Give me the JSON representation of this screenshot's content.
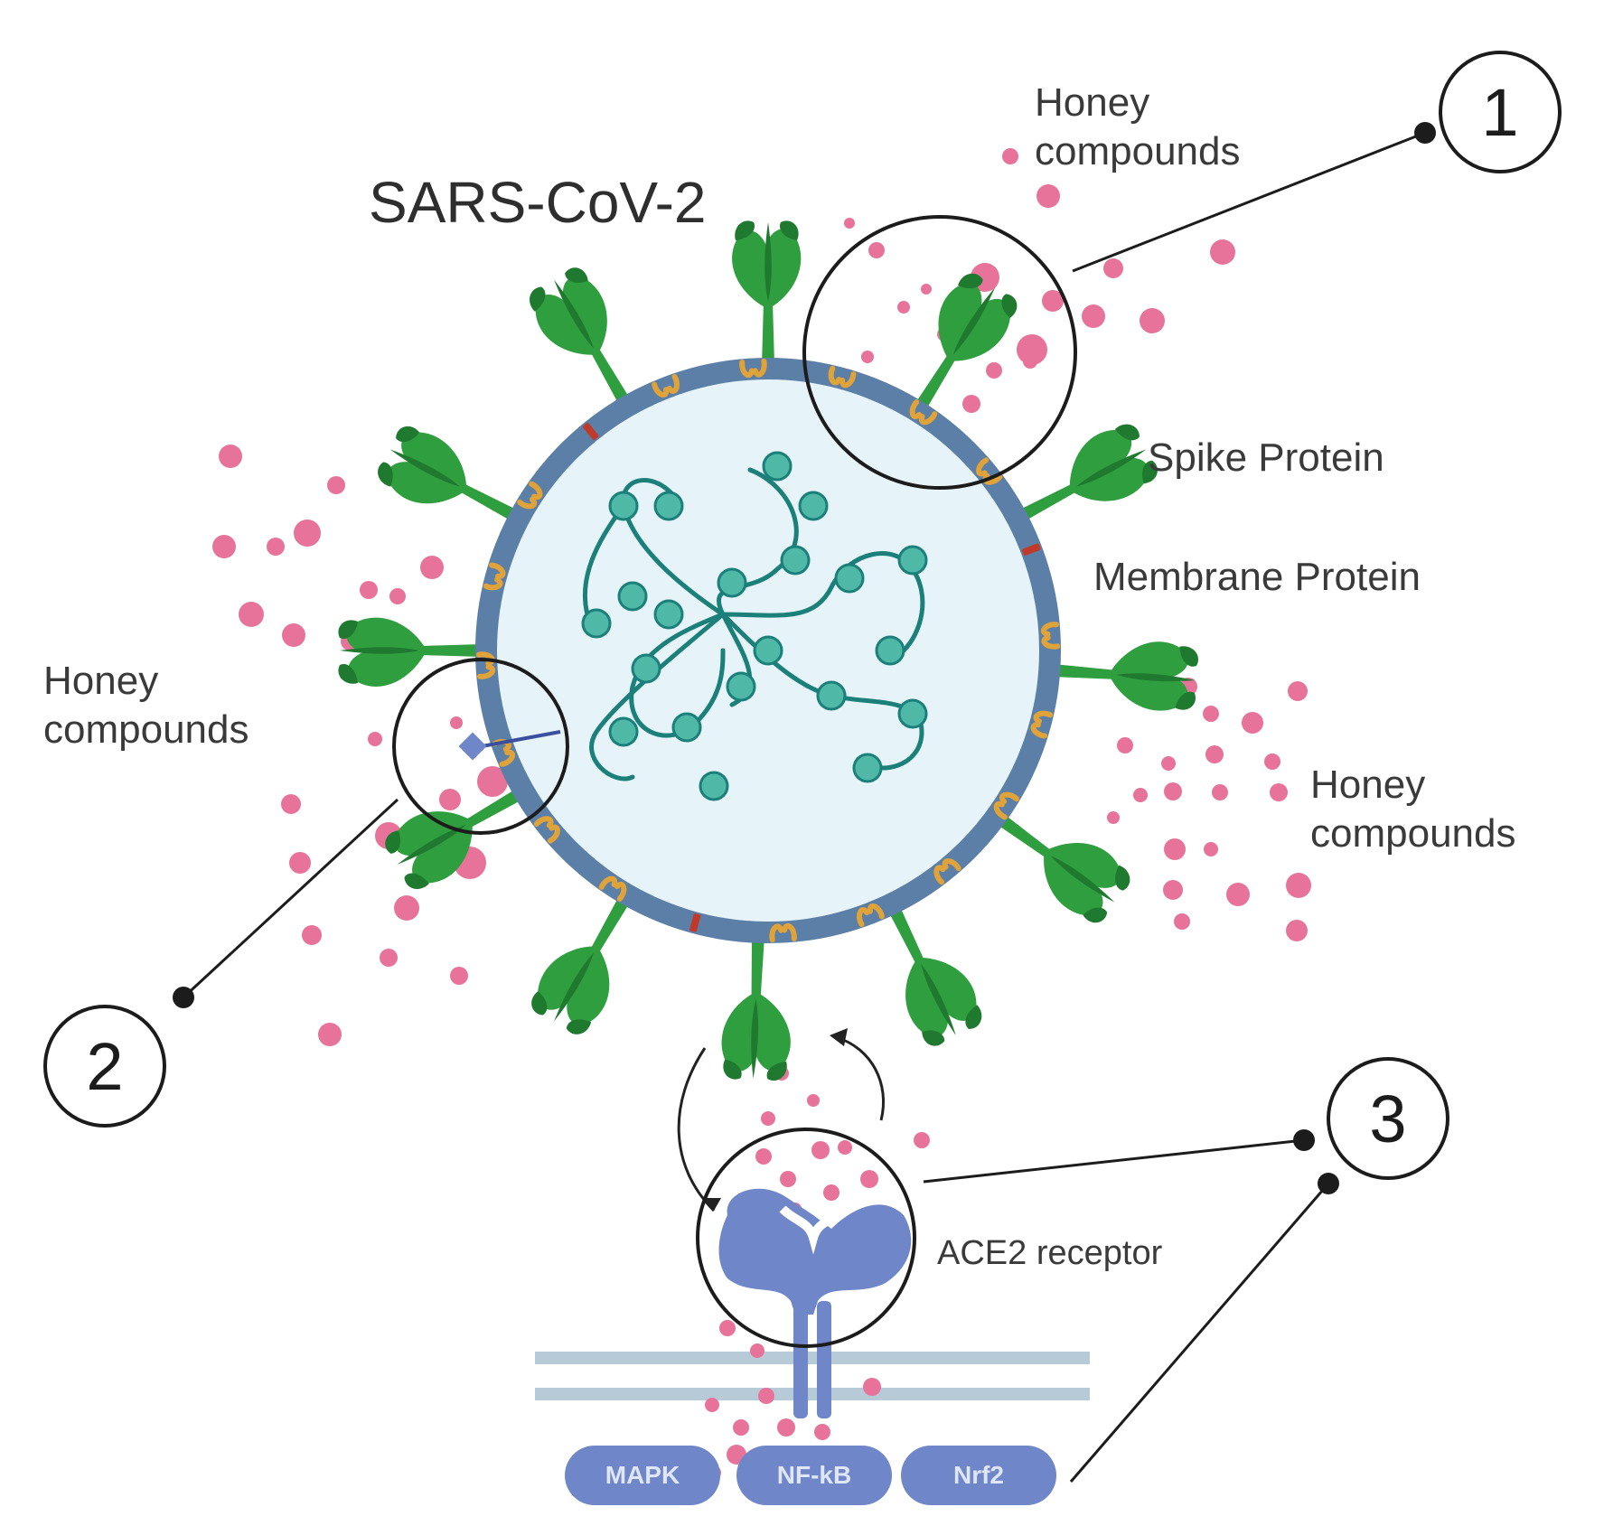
{
  "title": "SARS-CoV-2",
  "labels": {
    "honey_top": "Honey\ncompounds",
    "honey_left": "Honey\ncompounds",
    "honey_right": "Honey\ncompounds",
    "spike": "Spike Protein",
    "membrane": "Membrane Protein",
    "ace2": "ACE2 receptor"
  },
  "callouts": [
    "1",
    "2",
    "3"
  ],
  "pathways": [
    "MAPK",
    "NF-kB",
    "Nrf2"
  ],
  "colors": {
    "spike_green": "#2f9e3f",
    "spike_dark": "#1f7a30",
    "membrane_blue": "#5b7fa6",
    "interior": "#e6f4fa",
    "rna": "#1b7f7a",
    "rna_bead": "#4fb8a6",
    "membrane_protein": "#e0a33a",
    "honey_pink": "#e8739a",
    "receptor": "#6f86c9",
    "cell_membrane": "#b7cad8"
  }
}
